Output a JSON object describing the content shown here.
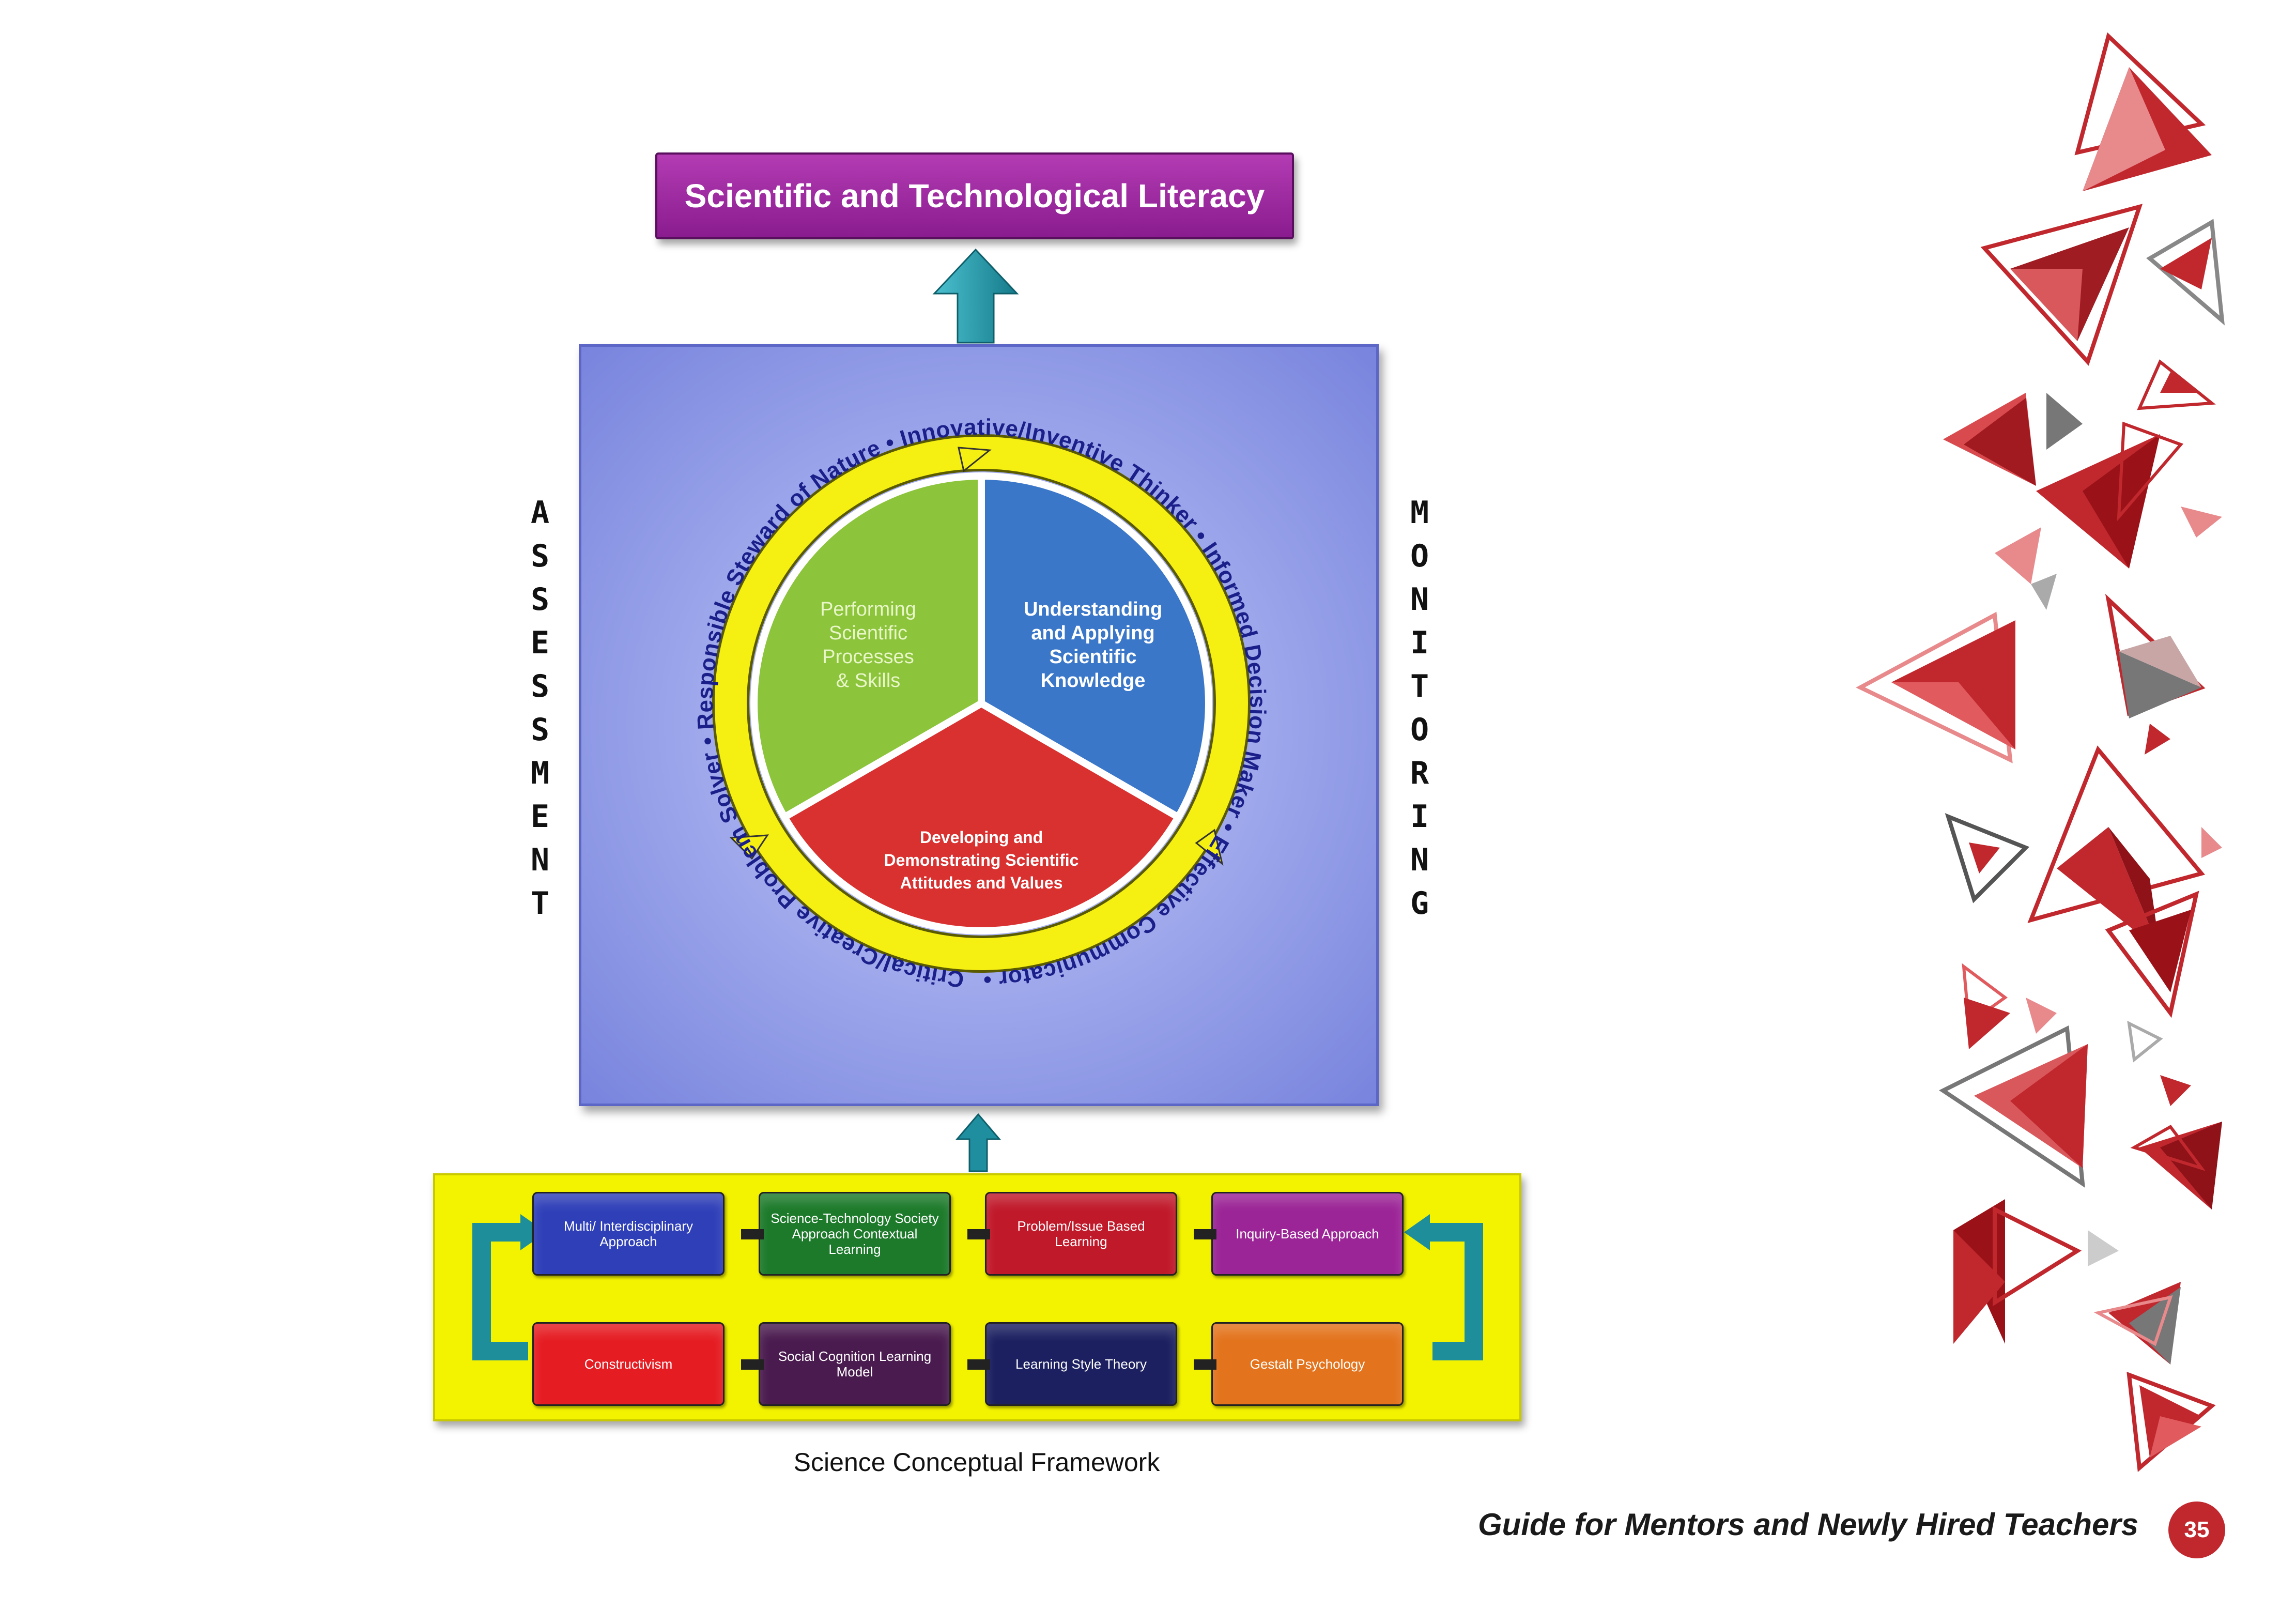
{
  "goal": {
    "label": "Scientific and Technological Literacy"
  },
  "side_labels": {
    "left": "ASSESSMENT",
    "right": "MONITORING"
  },
  "core": {
    "segments": [
      {
        "label_lines": [
          "Performing",
          "Scientific",
          "Processes",
          "& Skills"
        ],
        "color": "#8cc43c"
      },
      {
        "label_lines": [
          "Understanding",
          "and Applying",
          "Scientific",
          "Knowledge"
        ],
        "color": "#3a77c9"
      },
      {
        "label_lines": [
          "Developing and",
          "Demonstrating Scientific",
          "Attitudes and Values"
        ],
        "color": "#d93030"
      }
    ],
    "ring_color": "#f5ef12",
    "outcomes_text": "Critical/Creative Problem Solver • Responsible Steward of Nature • Innovative/Inventive Thinker • Informed Decision Maker • Effective Communicator •"
  },
  "approaches": {
    "top_row": [
      {
        "text": "Multi/ Interdisciplinary Approach",
        "color": "#2f3fb8"
      },
      {
        "text": "Science-Technology Society Approach Contextual Learning",
        "color": "#1c7a2a"
      },
      {
        "text": "Problem/Issue Based Learning",
        "color": "#c0192a"
      },
      {
        "text": "Inquiry-Based Approach",
        "color": "#9b2496"
      }
    ],
    "bottom_row": [
      {
        "text": "Constructivism",
        "color": "#e51c22"
      },
      {
        "text": "Social Cognition Learning Model",
        "color": "#4a1b4f"
      },
      {
        "text": "Learning Style Theory",
        "color": "#1c2060"
      },
      {
        "text": "Gestalt Psychology",
        "color": "#e3731c"
      }
    ]
  },
  "caption": "Science Conceptual Framework",
  "footer": {
    "title": "Guide for Mentors and Newly Hired Teachers",
    "page_number": "35"
  },
  "colors": {
    "accent_red": "#c0282e",
    "arrow_teal": "#1f8fa0"
  }
}
